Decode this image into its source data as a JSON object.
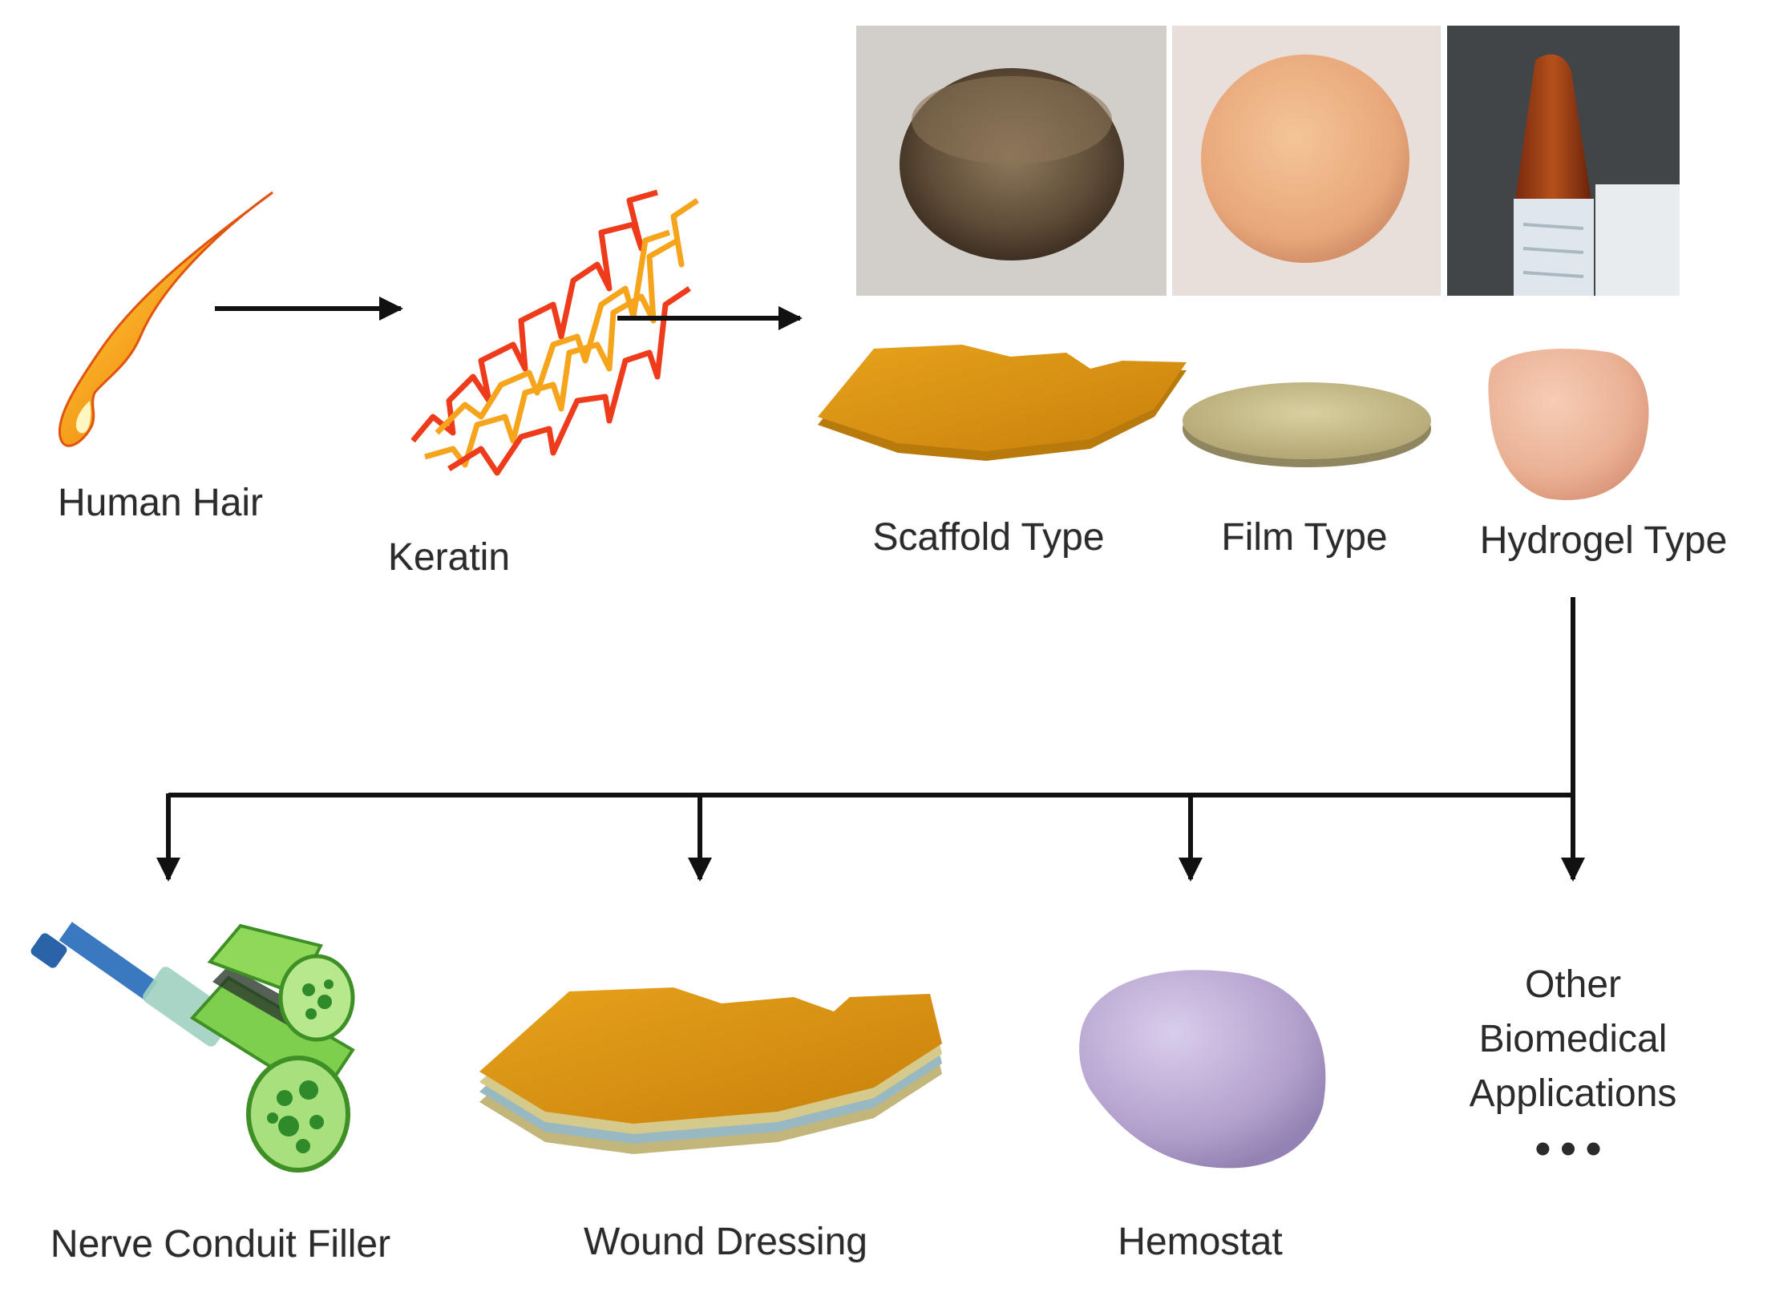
{
  "labels": {
    "human_hair": "Human Hair",
    "keratin": "Keratin",
    "scaffold_type": "Scaffold Type",
    "film_type": "Film Type",
    "hydrogel_type": "Hydrogel Type",
    "nerve_conduit_filler": "Nerve Conduit Filler",
    "wound_dressing": "Wound Dressing",
    "hemostat": "Hemostat",
    "other_line1": "Other",
    "other_line2": "Biomedical",
    "other_line3": "Applications",
    "ellipsis": "•••"
  },
  "icons": {
    "hair": "flame-hair-icon",
    "keratin": "keratin-molecule-icon",
    "scaffold": "scaffold-sheet-icon",
    "film": "film-disc-icon",
    "hydrogel": "hydrogel-blob-icon",
    "nerve_conduit": "nerve-conduit-syringe-icon",
    "wound_dressing": "layered-dressing-icon",
    "hemostat": "hemostat-blob-icon"
  },
  "colors": {
    "arrow": "#111111",
    "hair_orange": "#f29a1c",
    "keratin_red": "#ee3b1c",
    "keratin_orange": "#f6a41c",
    "scaffold_gold": "#d99514",
    "film_khaki": "#c8bd8a",
    "hydrogel_peach": "#f0b79c",
    "hemostat_lilac": "#b7a6cf",
    "nerve_green": "#5fbf3a"
  }
}
